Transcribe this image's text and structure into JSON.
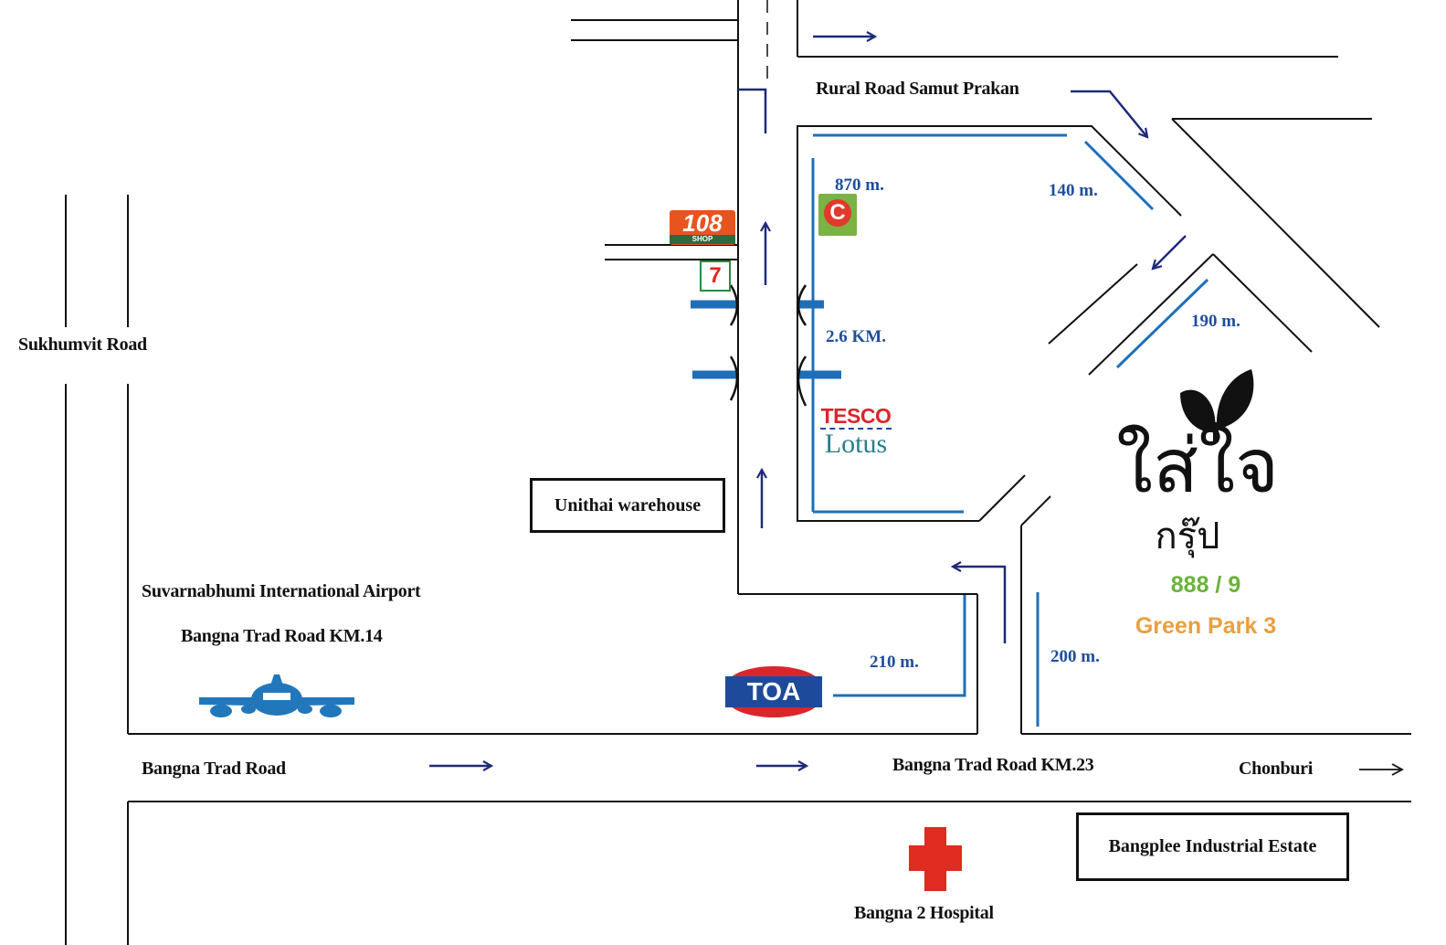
{
  "roads": {
    "sukhumvit": "Sukhumvit Road",
    "rural": "Rural Road Samut Prakan",
    "bangna_trad": "Bangna Trad Road",
    "bangna_km14": "Bangna Trad Road KM.14",
    "bangna_km23": "Bangna Trad Road KM.23",
    "chonburi": "Chonburi"
  },
  "places": {
    "airport": "Suvarnabhumi International Airport",
    "unithai": "Unithai warehouse",
    "bangplee": "Bangplee Industrial Estate",
    "hospital": "Bangna 2 Hospital"
  },
  "distances": {
    "d870": "870 m.",
    "d140": "140 m.",
    "d190": "190 m.",
    "d26": "2.6 KM.",
    "d210": "210 m.",
    "d200": "200 m."
  },
  "brands": {
    "shop108_main": "108",
    "shop108_sub": "SHOP",
    "seven_eleven": "7",
    "bigc": "C",
    "tesco": "TESCO",
    "lotus": "Lotus",
    "toa": "TOA"
  },
  "destination": {
    "logo_line1": "ใส่ใจ",
    "logo_line2": "กรุ๊ป",
    "address": "888 / 9",
    "project": "Green Park 3"
  },
  "colors": {
    "road_line": "#111111",
    "route_blue": "#1f6fb8",
    "arrow_navy": "#1e2a7a",
    "distance_text": "#1f4e9a",
    "address_green": "#6ab33a",
    "project_orange": "#e8a040",
    "hospital_red": "#e02b20",
    "toa_red": "#d8262c",
    "toa_blue": "#1d4a9a",
    "airplane_blue": "#2277bb"
  }
}
